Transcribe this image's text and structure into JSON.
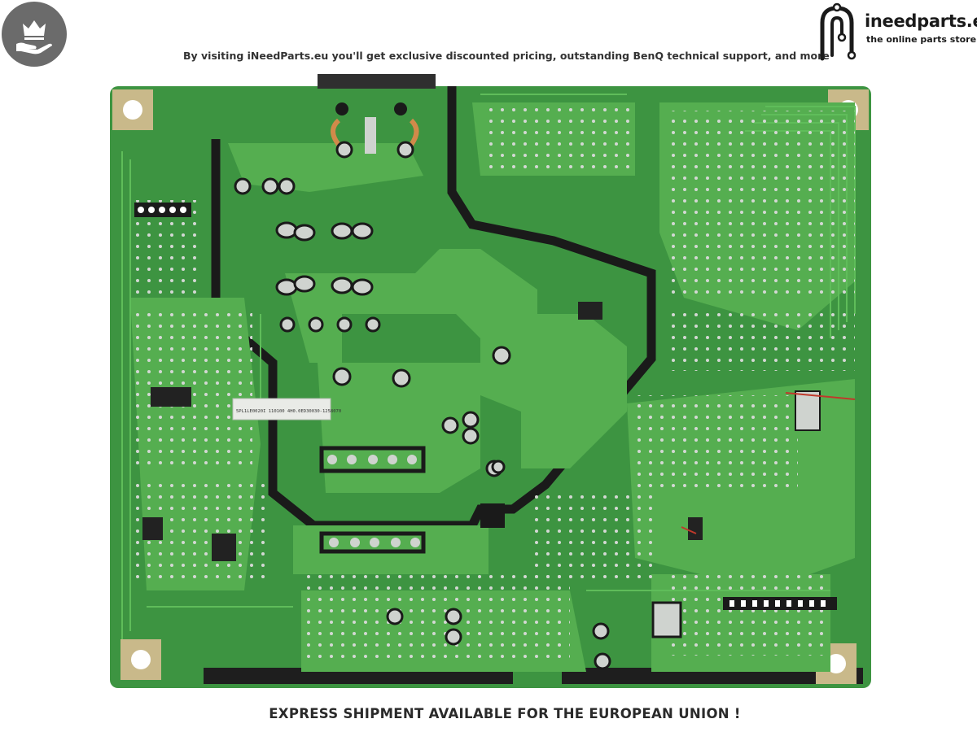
{
  "header": {
    "badge_icon": "crown-on-hand-icon",
    "promo_text": "By visiting iNeedParts.eu you'll get exclusive discounted pricing, outstanding BenQ technical support, and more",
    "logo": {
      "icon": "ineedparts-logo-icon",
      "name": "ineedparts.eu",
      "tagline": "the online parts store"
    }
  },
  "product_photo": {
    "subject": "power-supply-circuit-board",
    "label_text": "5PL1LE0020I 110100 4H0.0ED30030-1258070",
    "colors": {
      "board": "#3d9441",
      "trace": "#53ad4f",
      "ground": "#1a1a1a",
      "solder": "#cfd3cf"
    }
  },
  "footer": {
    "text": "EXPRESS SHIPMENT AVAILABLE FOR THE EUROPEAN UNION !"
  }
}
